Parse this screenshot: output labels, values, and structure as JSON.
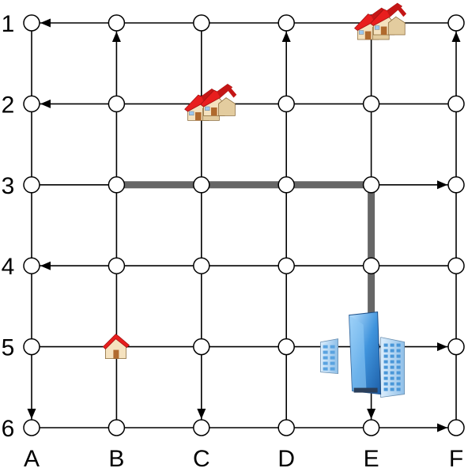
{
  "columns": [
    "A",
    "B",
    "C",
    "D",
    "E",
    "F"
  ],
  "rows": [
    "1",
    "2",
    "3",
    "4",
    "5",
    "6"
  ],
  "colors": {
    "grid_line": "#000000",
    "node_fill": "#ffffff",
    "route": "#666666",
    "roof": "#e81e1e",
    "wall": "#f5e2bf",
    "door": "#b06a2e",
    "glass": "#4a9de0"
  },
  "arrows": [
    {
      "from": "B1",
      "to": "A1"
    },
    {
      "from": "B2",
      "to": "A2"
    },
    {
      "from": "B4",
      "to": "A4"
    },
    {
      "from": "B2",
      "to": "B1"
    },
    {
      "from": "D2",
      "to": "D1"
    },
    {
      "from": "F2",
      "to": "F1"
    },
    {
      "from": "E3",
      "to": "F3"
    },
    {
      "from": "E5",
      "to": "F5"
    },
    {
      "from": "E6",
      "to": "F6"
    },
    {
      "from": "A5",
      "to": "A6"
    },
    {
      "from": "C5",
      "to": "C6"
    },
    {
      "from": "E5",
      "to": "E6"
    }
  ],
  "route": [
    "B3",
    "C3",
    "D3",
    "E3",
    "E4",
    "E5"
  ],
  "icons": [
    {
      "type": "house-icon",
      "node": "E1",
      "variant": "pair"
    },
    {
      "type": "house-icon",
      "node": "C2",
      "variant": "pair"
    },
    {
      "type": "house-icon",
      "node": "B5",
      "variant": "single"
    },
    {
      "type": "office-building-icon",
      "node": "E5"
    }
  ]
}
